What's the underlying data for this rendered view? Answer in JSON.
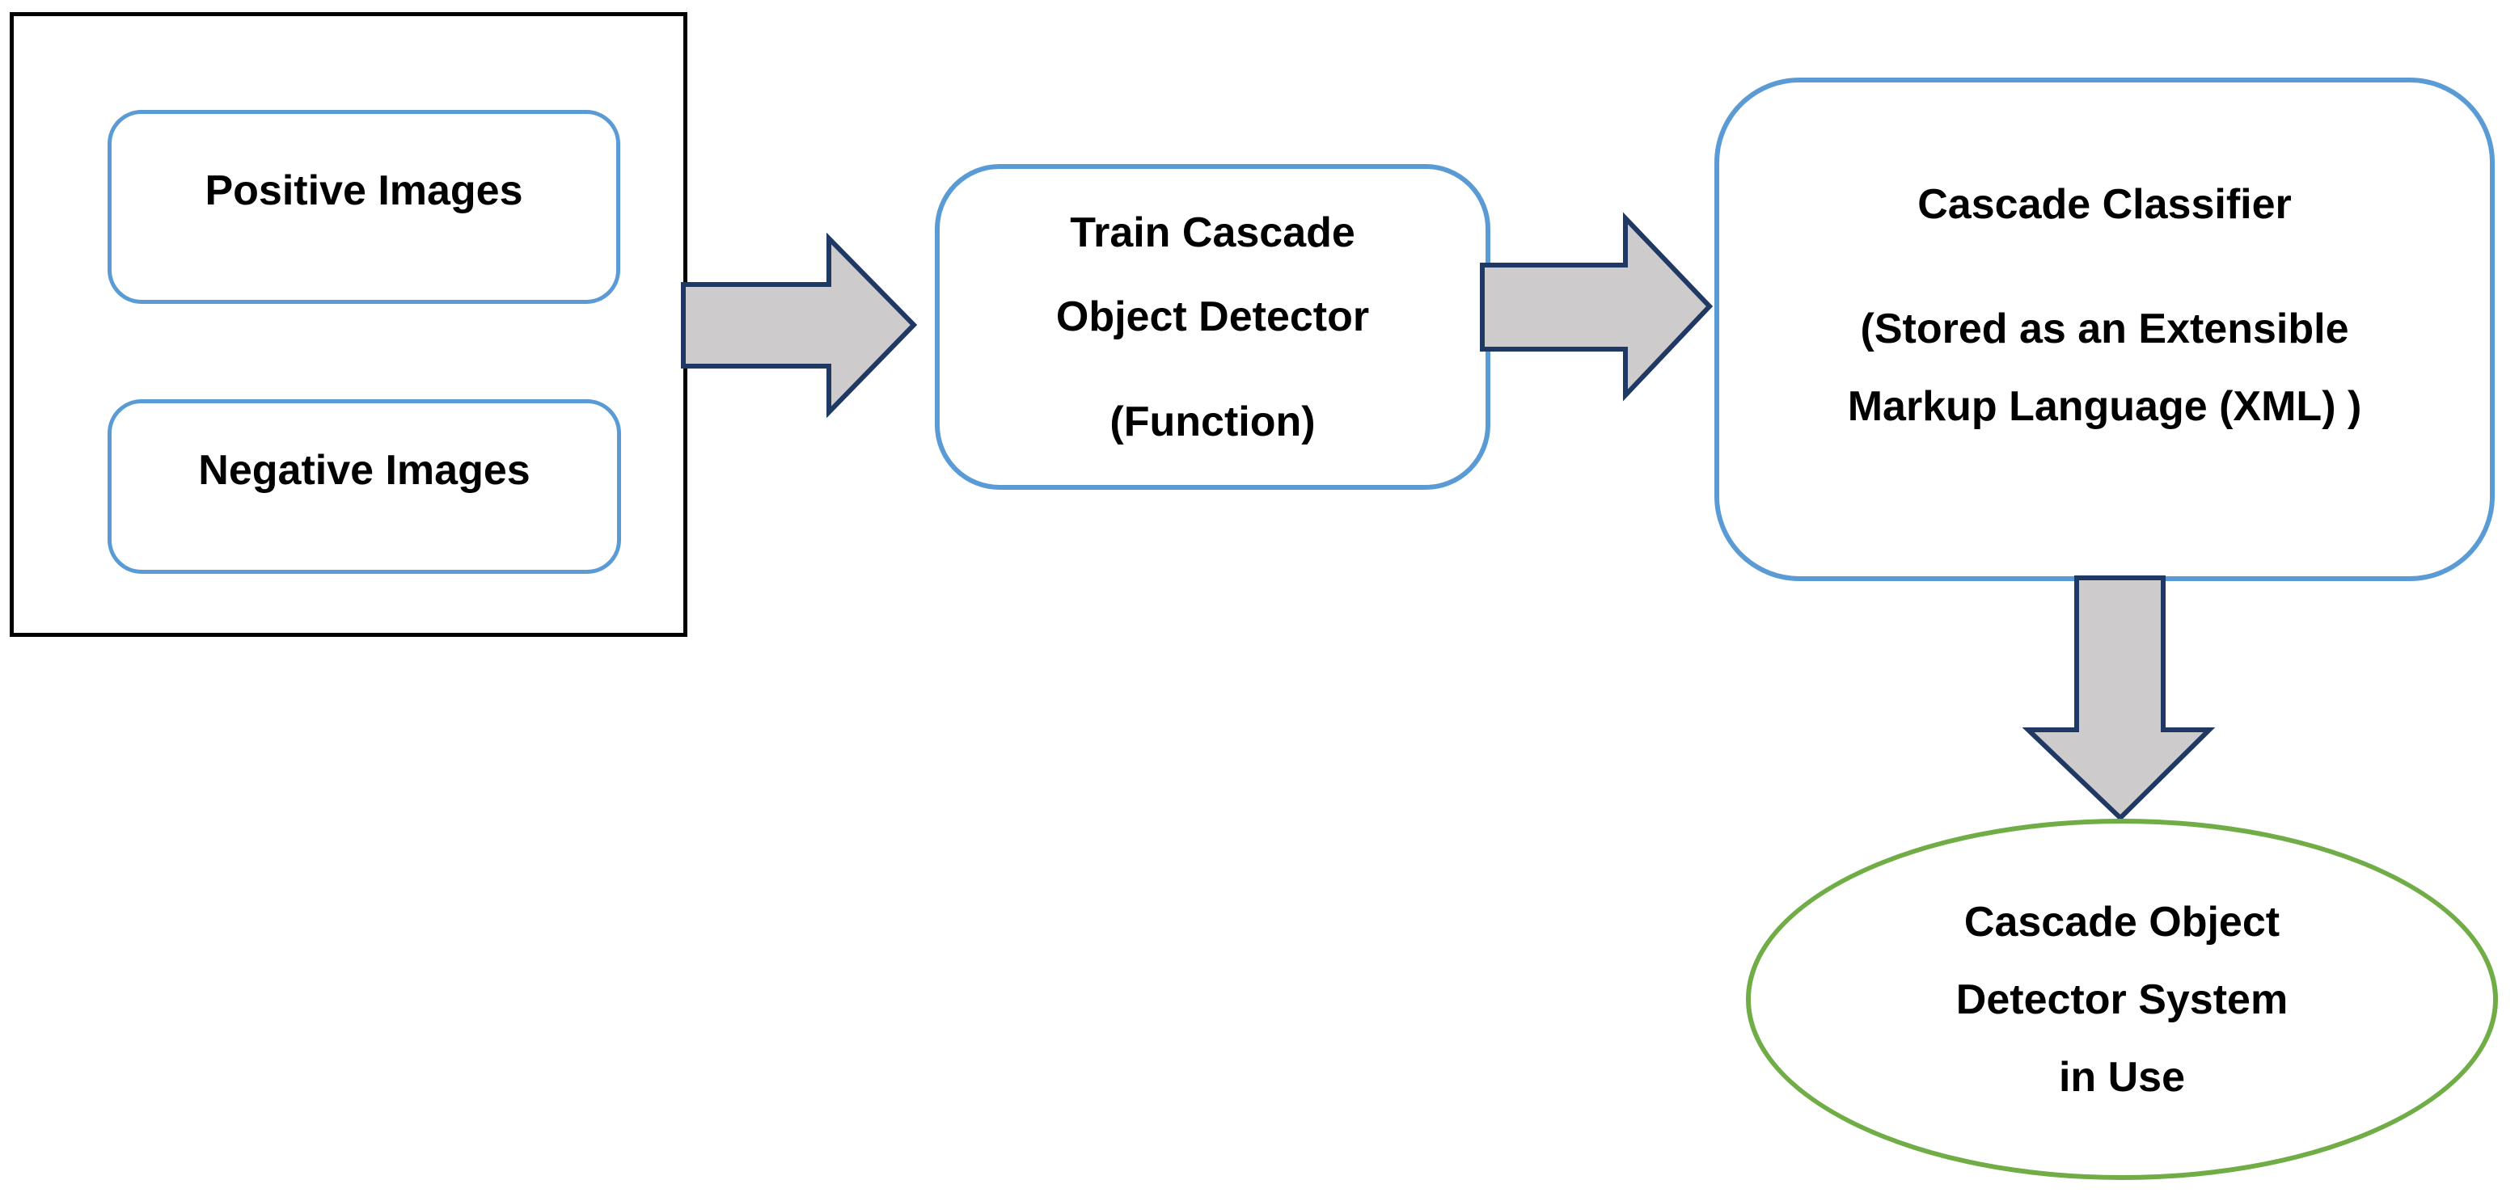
{
  "colors": {
    "background_white": "#FFFFFF",
    "text_black": "#000000",
    "outer_rect_border_black": "#000000",
    "box_border_blue": "#5B9BD5",
    "ellipse_border_green": "#70AD47",
    "arrow_fill_gray": "#CDCBCB",
    "arrow_border_navy": "#1F3864"
  },
  "nodes": {
    "image_group": {
      "positive_label": "Positive Images",
      "negative_label": "Negative Images"
    },
    "train_function": {
      "lines": [
        "Train Cascade",
        "Object Detector",
        "(Function)"
      ]
    },
    "cascade_classifier": {
      "lines": [
        "Cascade Classifier",
        "(Stored as an Extensible",
        "Markup Language (XML) )"
      ]
    },
    "system_in_use": {
      "lines": [
        "Cascade Object",
        "Detector System",
        "in Use"
      ]
    }
  },
  "arrows": [
    {
      "name": "flow-arrow-right-1",
      "direction": "right"
    },
    {
      "name": "flow-arrow-right-2",
      "direction": "right"
    },
    {
      "name": "flow-arrow-down",
      "direction": "down"
    }
  ]
}
